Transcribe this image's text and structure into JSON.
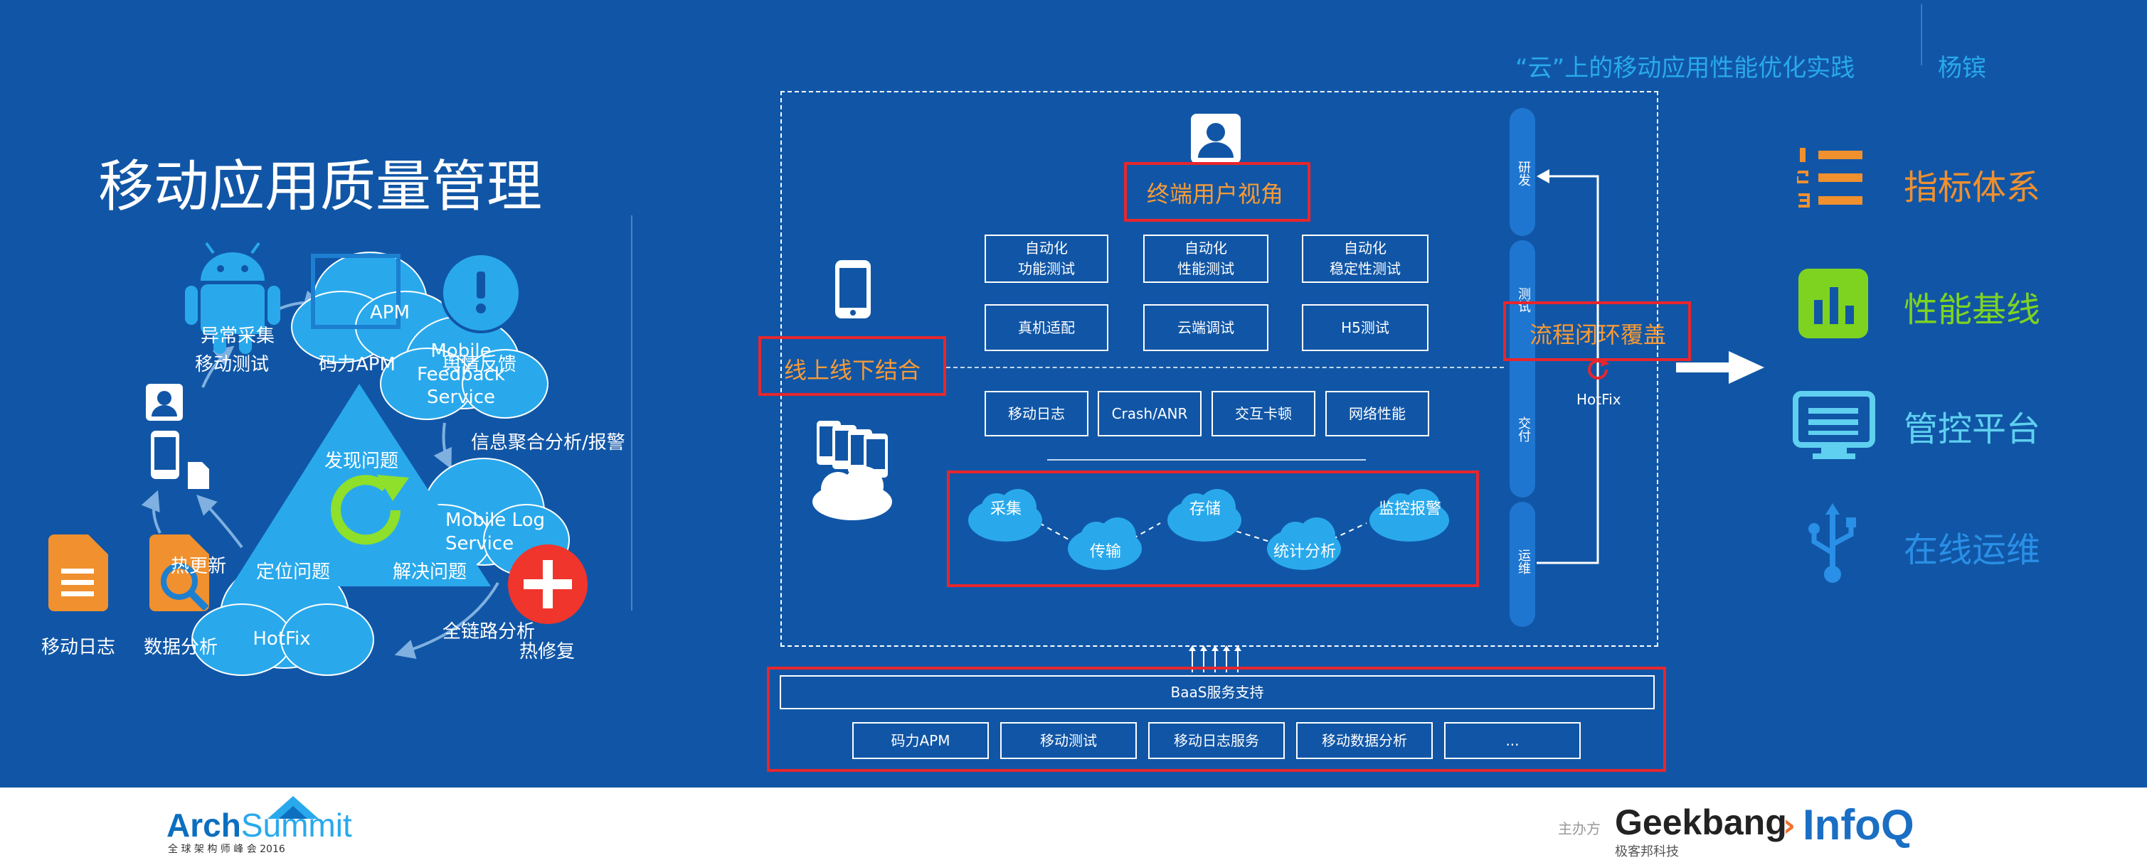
{
  "header": {
    "talk_title": "“云”上的移动应用性能优化实践",
    "author": "杨镔"
  },
  "main_title": "移动应用质量管理",
  "left_diagram": {
    "crash_collection": "异常采集",
    "mobile_testing": "移动测试",
    "apm": "码力APM",
    "apm_inner": "APM",
    "mobile_feedback": "Mobile\nFeedback\nService",
    "public_opinion": "舆情反馈",
    "info_aggregation": "信息聚合分析/报警",
    "mobile_log_service": "Mobile Log\nService",
    "find_problem": "发现问题",
    "locate_problem": "定位问题",
    "solve_problem": "解决问题",
    "hotfix": "HotFix",
    "update": "热更新",
    "mobile_log": "移动日志",
    "data_analysis": "数据分析",
    "full_link_analysis": "全链路分析",
    "hot_repair": "热修复"
  },
  "center_diagram": {
    "user_view": "终端用户视角",
    "online_offline": "线上线下结合",
    "loop_coverage": "流程闭环覆盖",
    "hotfix_label": "HotFix",
    "test_boxes": [
      "自动化\n功能测试",
      "自动化\n性能测试",
      "自动化\n稳定性测试",
      "真机适配",
      "云端调试",
      "H5测试"
    ],
    "monitor_boxes": [
      "移动日志",
      "Crash/ANR",
      "交互卡顿",
      "网络性能"
    ],
    "pipeline": [
      "采集",
      "传输",
      "存储",
      "统计分析",
      "监控报警"
    ],
    "lifecycle": [
      "研发",
      "测试",
      "交付",
      "运维"
    ],
    "baas_title": "BaaS服务支持",
    "baas_services": [
      "码力APM",
      "移动测试",
      "移动日志服务",
      "移动数据分析",
      "..."
    ]
  },
  "right_list": [
    {
      "label": "指标体系",
      "icon": "numbered-list-icon",
      "color": "#f0902e"
    },
    {
      "label": "性能基线",
      "icon": "bar-chart-icon",
      "color": "#7ed321"
    },
    {
      "label": "管控平台",
      "icon": "monitor-icon",
      "color": "#5fd0f0"
    },
    {
      "label": "在线运维",
      "icon": "usb-icon",
      "color": "#2a8fe6"
    }
  ],
  "footer": {
    "logo_arch": "Arch",
    "logo_summit": "Summit",
    "logo_sub": "全 球 架 构 师 峰 会 2016",
    "organizer_label": "主办方",
    "geekbang": "Geekbang",
    "geekbang_sub": "极客邦科技",
    "infoq": "InfoQ"
  },
  "colors": {
    "background": "#1156a6",
    "accent_orange": "#f79a36",
    "red_frame": "#e8262c",
    "cloud": "#29a9ec",
    "title_blue": "#29a9ec"
  }
}
